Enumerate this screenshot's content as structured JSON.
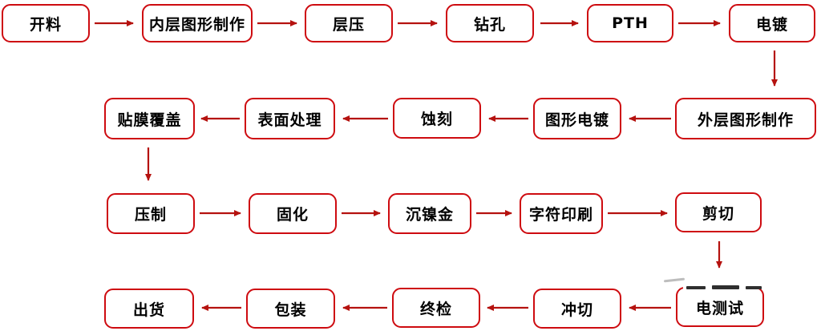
{
  "diagram": {
    "type": "process-flowchart",
    "language": "zh-CN",
    "subject": "PCB manufacturing process flow"
  },
  "colors": {
    "box_border": "#ce0b10",
    "arrow": "#b5120f",
    "text": "#000000",
    "background": "#ffffff",
    "smudge_dark": "#2f2f2f"
  },
  "nodes": [
    {
      "id": "kai-liao",
      "label": "开料"
    },
    {
      "id": "nei-ceng-tu-xing-zhi-zuo",
      "label": "内层图形制作"
    },
    {
      "id": "ceng-ya",
      "label": "层压"
    },
    {
      "id": "zuan-kong",
      "label": "钻孔"
    },
    {
      "id": "pth",
      "label": "PTH"
    },
    {
      "id": "dian-du",
      "label": "电镀"
    },
    {
      "id": "wai-ceng-tu-xing-zhi-zuo",
      "label": "外层图形制作"
    },
    {
      "id": "tu-xing-dian-du",
      "label": "图形电镀"
    },
    {
      "id": "shi-ke",
      "label": "蚀刻"
    },
    {
      "id": "biao-mian-chu-li",
      "label": "表面处理"
    },
    {
      "id": "tie-mo-fu-gai",
      "label": "贴膜覆盖"
    },
    {
      "id": "ya-zhi",
      "label": "压制"
    },
    {
      "id": "gu-hua",
      "label": "固化"
    },
    {
      "id": "chen-nie-jin",
      "label": "沉镍金"
    },
    {
      "id": "zi-fu-yin-shua",
      "label": "字符印刷"
    },
    {
      "id": "jian-qie",
      "label": "剪切"
    },
    {
      "id": "dian-ce-shi",
      "label": "电测试"
    },
    {
      "id": "chong-qie",
      "label": "冲切"
    },
    {
      "id": "zhong-jian",
      "label": "终检"
    },
    {
      "id": "bao-zhuang",
      "label": "包装"
    },
    {
      "id": "chu-huo",
      "label": "出货"
    }
  ],
  "edges": [
    {
      "from": "开料",
      "to": "内层图形制作"
    },
    {
      "from": "内层图形制作",
      "to": "层压"
    },
    {
      "from": "层压",
      "to": "钻孔"
    },
    {
      "from": "钻孔",
      "to": "PTH"
    },
    {
      "from": "PTH",
      "to": "电镀"
    },
    {
      "from": "电镀",
      "to": "外层图形制作"
    },
    {
      "from": "外层图形制作",
      "to": "图形电镀"
    },
    {
      "from": "图形电镀",
      "to": "蚀刻"
    },
    {
      "from": "蚀刻",
      "to": "表面处理"
    },
    {
      "from": "表面处理",
      "to": "贴膜覆盖"
    },
    {
      "from": "贴膜覆盖",
      "to": "压制"
    },
    {
      "from": "压制",
      "to": "固化"
    },
    {
      "from": "固化",
      "to": "沉镍金"
    },
    {
      "from": "沉镍金",
      "to": "字符印刷"
    },
    {
      "from": "字符印刷",
      "to": "剪切"
    },
    {
      "from": "剪切",
      "to": "电测试"
    },
    {
      "from": "电测试",
      "to": "冲切"
    },
    {
      "from": "冲切",
      "to": "终检"
    },
    {
      "from": "终检",
      "to": "包装"
    },
    {
      "from": "包装",
      "to": "出货"
    }
  ]
}
